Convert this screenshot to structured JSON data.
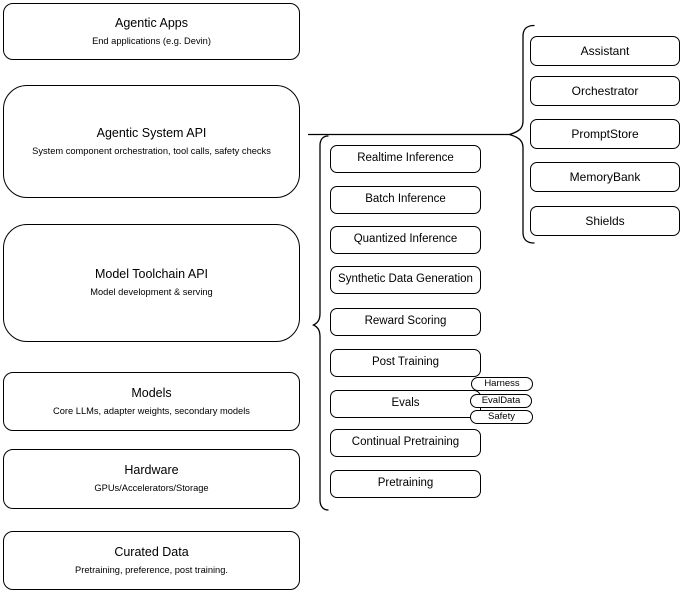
{
  "left_column": {
    "boxes": [
      {
        "title": "Agentic Apps",
        "subtitle": "End applications (e.g. Devin)"
      },
      {
        "title": "Agentic System API",
        "subtitle": "System component orchestration, tool calls, safety checks"
      },
      {
        "title": "Model Toolchain API",
        "subtitle": "Model development & serving"
      },
      {
        "title": "Models",
        "subtitle": "Core LLMs, adapter weights, secondary models"
      },
      {
        "title": "Hardware",
        "subtitle": "GPUs/Accelerators/Storage"
      },
      {
        "title": "Curated Data",
        "subtitle": "Pretraining, preference, post training."
      }
    ]
  },
  "toolchain_services": {
    "items": [
      "Realtime Inference",
      "Batch Inference",
      "Quantized Inference",
      "Synthetic Data Generation",
      "Reward Scoring",
      "Post Training",
      "Evals",
      "Continual Pretraining",
      "Pretraining"
    ]
  },
  "eval_tags": [
    "Harness",
    "EvalData",
    "Safety"
  ],
  "system_components": [
    "Assistant",
    "Orchestrator",
    "PromptStore",
    "MemoryBank",
    "Shields"
  ],
  "colors": {
    "stroke": "#000000",
    "fill": "#ffffff",
    "background": "#ffffff"
  }
}
